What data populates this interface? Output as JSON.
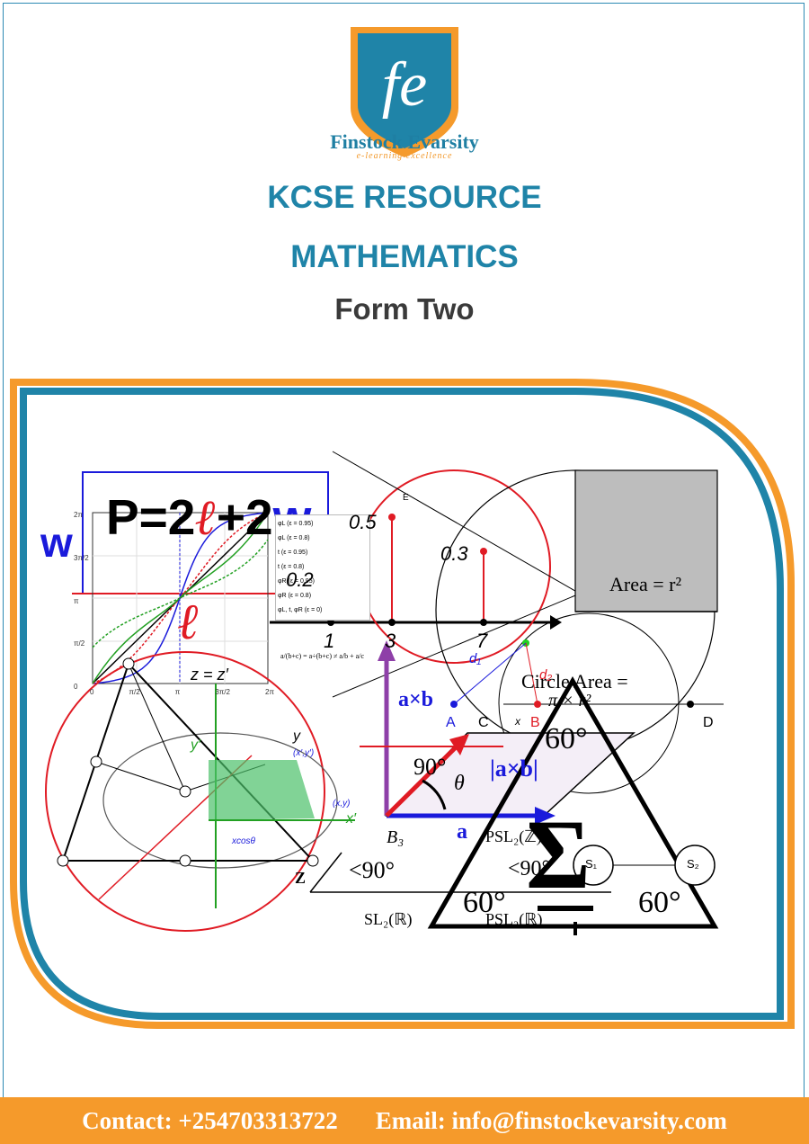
{
  "brand": {
    "name": "Finstock Evarsity",
    "tagline": "e-learning excellence",
    "logo_letters": "fe"
  },
  "heading": {
    "line1": "KCSE RESOURCE",
    "line2": "MATHEMATICS",
    "line3": "Form Two"
  },
  "collage": {
    "perimeter_formula": [
      "P=2",
      "ℓ",
      "+2",
      "w"
    ],
    "w_label": "w",
    "l_label": "ℓ",
    "values": [
      "0.5",
      "0.3",
      "0.2"
    ],
    "number_line": [
      "1",
      "3",
      "7"
    ],
    "area_square": "Area = r²",
    "circle_area": "Circle Area =",
    "circle_area_formula": "π × r²",
    "cross_product": "a×b",
    "cross_magnitude": "|a×b|",
    "vector_a": "a",
    "theta": "θ",
    "angle_90": "90°",
    "angle_lt_90": "<90°",
    "angle_lt_90b": "<90°",
    "angle_60_top": "60°",
    "angle_60_left": "60°",
    "angle_60_right": "60°",
    "sigma": "Σ",
    "state1": "S₁",
    "state2": "S₂",
    "z_label": "z = z′",
    "b3": "B₃",
    "psl_top": "PSL₂(ℤ)",
    "sl2": "SL₂(ℝ)",
    "psl_bottom": "PSL₂(ℝ)",
    "point_labels": [
      "A",
      "B",
      "C",
      "D",
      "E"
    ],
    "fraction": "a/(b+c) = a÷(b+c) ≠ a/b + a/c",
    "legend": [
      "φL (ε = 0.95)",
      "φL (ε = 0.8)",
      "t (ε = 0.95)",
      "t (ε = 0.8)",
      "φR (ε = 0.95)",
      "φR (ε = 0.8)",
      "φL, t, φR (ε = 0)"
    ],
    "x_ticks": [
      "0",
      "π/2",
      "π",
      "3π/2",
      "2π"
    ],
    "y_ticks": [
      "2π",
      "3π/2",
      "π",
      "π/2",
      "0"
    ],
    "d1": "d₁",
    "d2": "d₂",
    "x_small": "x",
    "y_prime": "y′",
    "x_prime": "x′",
    "y_small": "y",
    "xy": "(x,y)",
    "xy_prime": "(x′,y′)",
    "xcos": "xcosθ",
    "z_bold": "Z"
  },
  "footer": {
    "contact": "Contact: +254703313722",
    "email": "Email: info@finstockevarsity.com"
  },
  "colors": {
    "teal": "#1f84a8",
    "orange": "#f59a2b",
    "red": "#e01b24",
    "blue": "#1a1adb"
  }
}
